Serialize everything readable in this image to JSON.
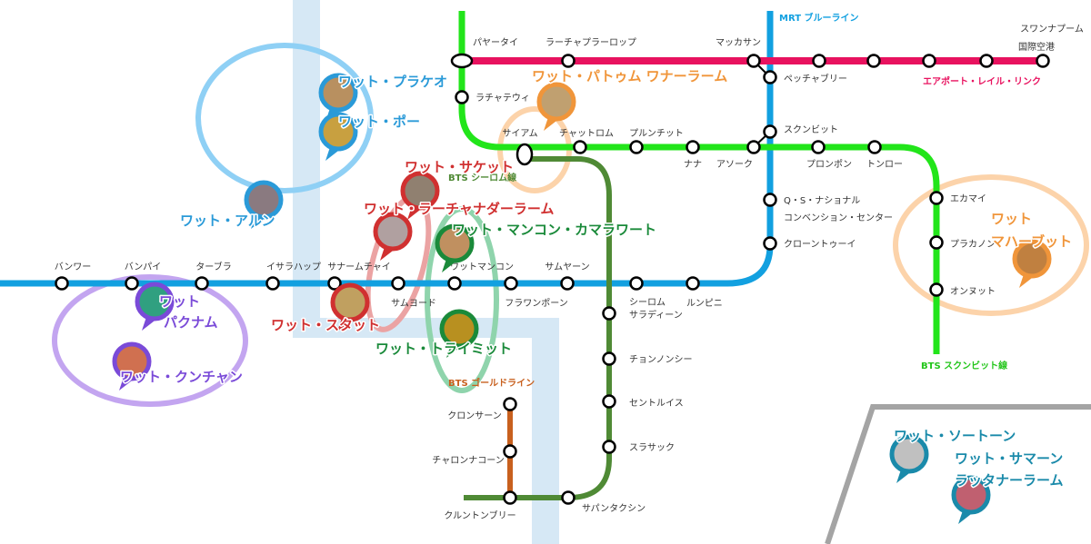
{
  "lines": {
    "airport_link": {
      "name": "エアポート・レイル・リンク",
      "color": "#e8125f"
    },
    "mrt_blue": {
      "name": "MRT ブルーライン",
      "color": "#12a0e0"
    },
    "bts_sukhumvit": {
      "name": "BTS スクンビット線",
      "color": "#22e51a"
    },
    "bts_silom": {
      "name": "BTS シーロム線",
      "color": "#4f8a35"
    },
    "bts_gold": {
      "name": "BTS ゴールドライン",
      "color": "#c8601e"
    }
  },
  "river_color": "#d6e8f5",
  "stations": [
    "パヤータイ",
    "ラーチャプラーロップ",
    "マッカサン",
    "スワンナプーム",
    "国際空港",
    "ペッチャブリー",
    "ラチャテウィ",
    "サイアム",
    "チャットロム",
    "プルンチット",
    "ナナ",
    "アソーク",
    "スクンビット",
    "プロンポン",
    "トンロー",
    "エカマイ",
    "プラカノン",
    "オンヌット",
    "Q・S・ナショナル",
    "コンベンション・センター",
    "クローントゥーイ",
    "ルンピニ",
    "シーロム",
    "サラディーン",
    "サムヤーン",
    "フラワンポーン",
    "ワットマンコン",
    "サムヨード",
    "サナームチャイ",
    "イサラハップ",
    "ターブラ",
    "バンパイ",
    "バンワー",
    "チョンノンシー",
    "セントルイス",
    "スラサック",
    "サパンタクシン",
    "クルントンブリー",
    "クロンサーン",
    "チャロンナコーン"
  ],
  "temples": [
    {
      "name": "ワット・プラケオ",
      "color": "#2a9ad8"
    },
    {
      "name": "ワット・ポー",
      "color": "#2a9ad8"
    },
    {
      "name": "ワット・アルン",
      "color": "#2a9ad8"
    },
    {
      "name": "ワット・パトゥム ワナーラーム",
      "color": "#f0953a"
    },
    {
      "name": "ワット・サケット",
      "color": "#d03030"
    },
    {
      "name": "ワット・ラーチャナダーラーム",
      "color": "#d03030"
    },
    {
      "name": "ワット・マンコン・カマラワート",
      "color": "#1a8a3a"
    },
    {
      "name": "ワット・スタット",
      "color": "#d03030"
    },
    {
      "name": "ワット・トライミット",
      "color": "#1a8a3a"
    },
    {
      "name": "ワット",
      "color": "#7a4ad8"
    },
    {
      "name": "パクナム",
      "color": "#7a4ad8"
    },
    {
      "name": "ワット・クンチャン",
      "color": "#7a4ad8"
    },
    {
      "name": "ワット",
      "color": "#f0953a"
    },
    {
      "name": "マハーブット",
      "color": "#f0953a"
    },
    {
      "name": "ワット・ソートーン",
      "color": "#1a8aaa"
    },
    {
      "name": "ワット・サマーン",
      "color": "#1a8aaa"
    },
    {
      "name": "ラッタナーラーム",
      "color": "#1a8aaa"
    }
  ]
}
